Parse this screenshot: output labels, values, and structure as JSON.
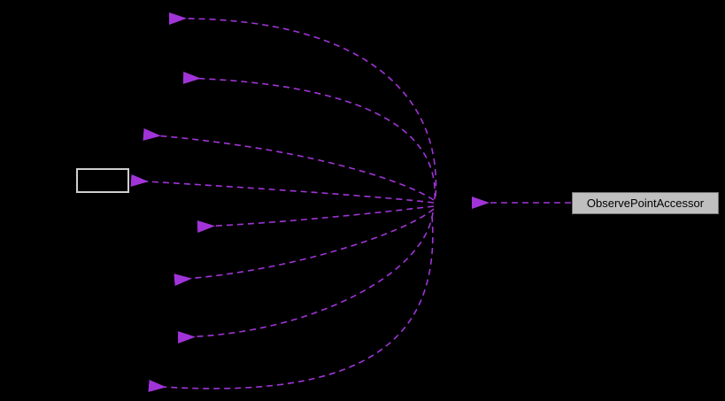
{
  "diagram": {
    "background_color": "#000000",
    "edge_color": "#A134D8",
    "edge_style": "dashed",
    "fan_edge_count": 8,
    "nodes": {
      "accessor": {
        "label": "ObservePointAccessor",
        "fill_color": "#BFBFBF",
        "border_color": "#757575",
        "text_color": "#000000"
      },
      "unlabeled": {
        "label": "",
        "border_color": "#CFCFCF",
        "fill_color": "#000000"
      }
    }
  }
}
